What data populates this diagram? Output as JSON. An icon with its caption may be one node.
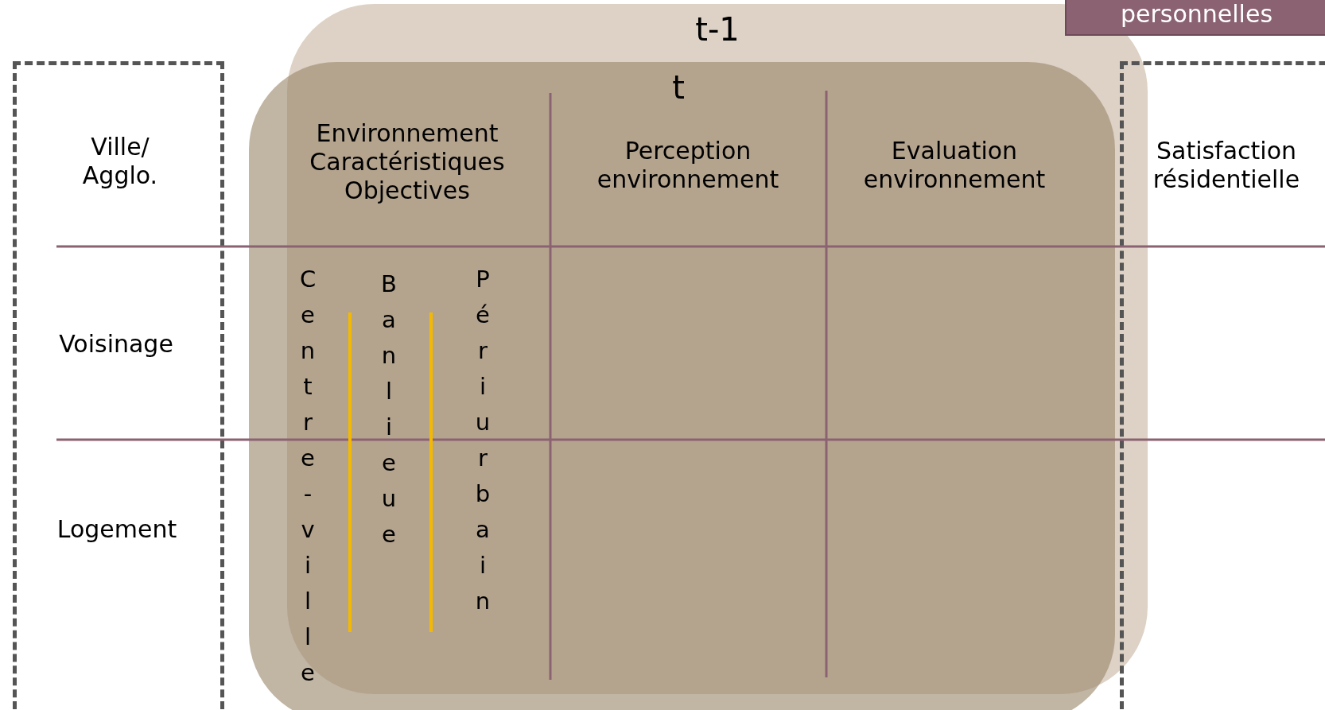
{
  "diagram": {
    "nodes": [
      {
        "text": [
          "t-1"
        ]
      },
      {
        "text": [
          "t"
        ]
      },
      {
        "text": [
          "Ville/ Agglo.",
          "Voisinage",
          "Logement"
        ]
      },
      {
        "text": [
          "Satisfaction résidentielle"
        ]
      },
      {
        "text": [
          "personnelles"
        ]
      }
    ],
    "labels": [
      "Environnement Caractéristiques Objectives",
      "Perception environnement",
      "Evaluation environnement",
      "Centre-ville",
      "Banlieue",
      "Périurbain"
    ]
  }
}
